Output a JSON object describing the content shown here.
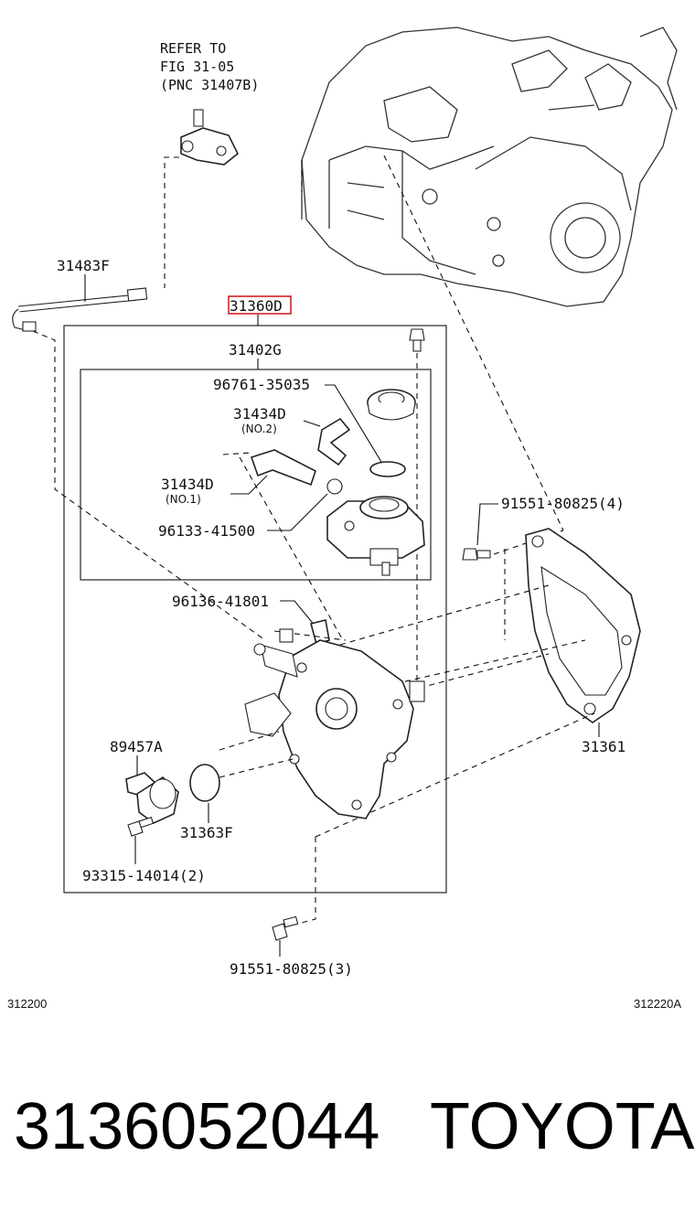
{
  "diagram": {
    "refer_note": {
      "line1": "REFER TO",
      "line2": "FIG 31-05",
      "line3": "(PNC 31407B)"
    },
    "callouts": {
      "c31483F": "31483F",
      "c31360D": "31360D",
      "c31402G": "31402G",
      "c96761": "96761-35035",
      "c31434D_no2": "31434D",
      "c31434D_no2_sub": "(NO.2)",
      "c31434D_no1": "31434D",
      "c31434D_no1_sub": "(NO.1)",
      "c96133": "96133-41500",
      "c91551_4": "91551-80825(4)",
      "c96136": "96136-41801",
      "c89457A": "89457A",
      "c31363F": "31363F",
      "c31361": "31361",
      "c93315": "93315-14014(2)",
      "c91551_3": "91551-80825(3)"
    },
    "highlight_color": "#d22222",
    "left_code": "312200",
    "right_code": "312220A"
  },
  "footer": {
    "part_number": "3136052044",
    "brand": "TOYOTA"
  }
}
